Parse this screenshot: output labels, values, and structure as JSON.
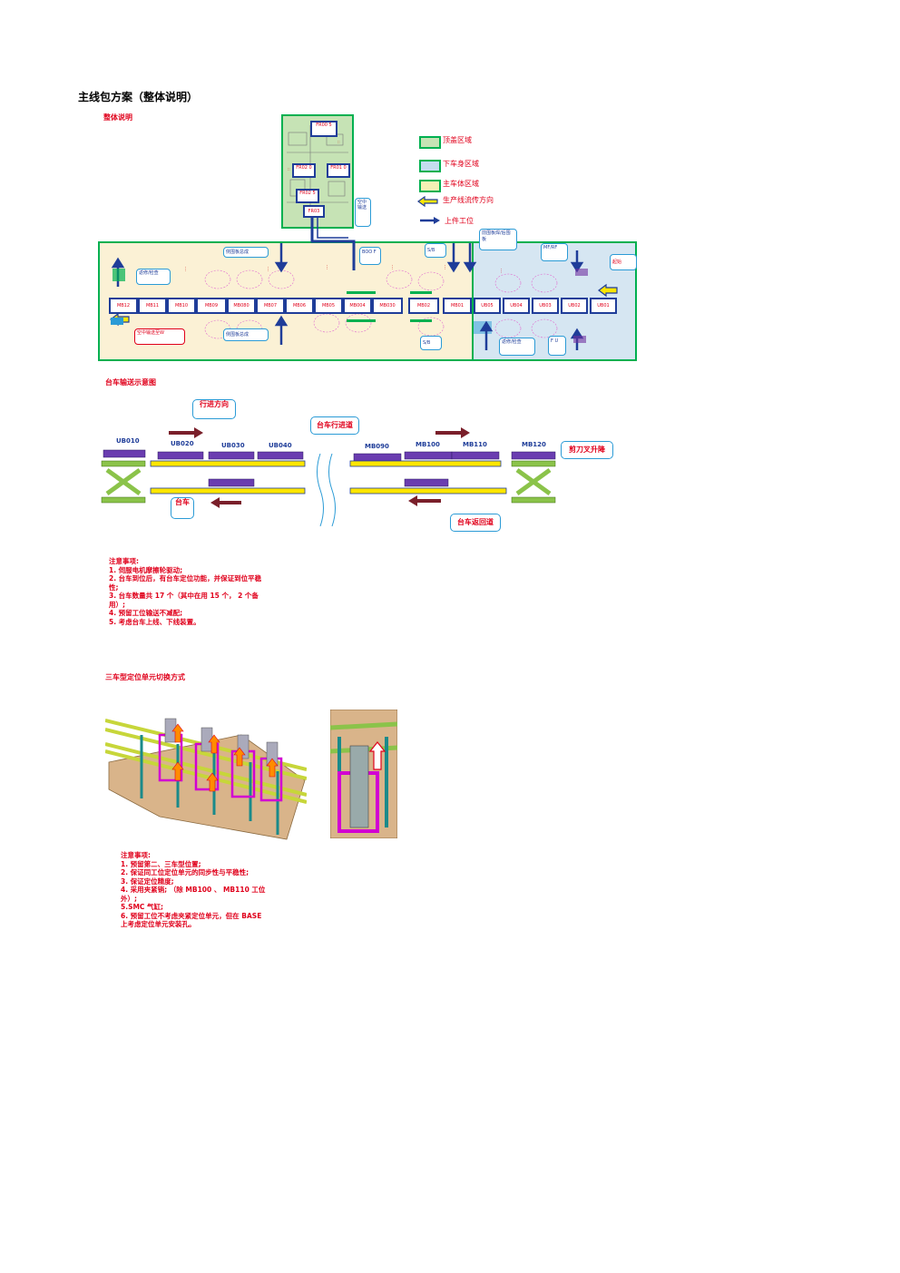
{
  "title": "主线包方案（整体说明）",
  "section1": {
    "heading": "整体说明",
    "legend": [
      {
        "label": "顶盖区域",
        "color": "#c6e3b5",
        "border": "#00b050"
      },
      {
        "label": "下车身区域",
        "color": "#c5ddef",
        "border": "#00b050"
      },
      {
        "label": "主车体区域",
        "color": "#f5f0b4",
        "border": "#00b050"
      },
      {
        "label": "生产线流传方向",
        "icon": "yellow-arrow-icon"
      },
      {
        "label": "上件工位",
        "icon": "blue-arrow-icon"
      }
    ],
    "roof_stations": [
      "FR00 5",
      "FR02 0",
      "FR01 0",
      "FR02 5",
      "FR03"
    ],
    "main_stations": [
      "MB12",
      "MB11",
      "MB10",
      "MB09",
      "MB080",
      "MB07",
      "MB06",
      "MB05",
      "MB004",
      "MB030",
      "MB02",
      "MB01",
      "UB05",
      "UB04",
      "UB03",
      "UB02",
      "UB01"
    ],
    "callouts": {
      "roof_transport": "空中输送",
      "side_panel_top": "侧围板总成",
      "side_panel_bottom": "侧围板总成",
      "inspect_left": "返修/检查",
      "air_transport_left": "空中输送至W",
      "boo": "BOO F",
      "s_b_top": "S/B",
      "s_b_bottom": "S/B",
      "front_panel": "前围板焊/后围板",
      "mf": "MF/RF",
      "start": "起始",
      "inspect_right": "返修/检查",
      "fu": "F U"
    }
  },
  "section2": {
    "heading": "台车输送示意图",
    "callouts": {
      "direction": "行进方向",
      "track": "台车行进道",
      "scissor": "剪刀叉升降",
      "cart": "台车",
      "return": "台车返回道"
    },
    "stations": [
      "UB010",
      "UB020",
      "UB030",
      "UB040",
      "MB090",
      "MB100",
      "MB110",
      "MB120"
    ]
  },
  "notes1": {
    "lines": [
      "注意事项:",
      "1. 伺服电机摩擦轮驱动;",
      "2. 台车到位后，有台车定位功能，并保证到位平稳",
      "性;",
      "3. 台车数量共 17 个（其中在用 15 个， 2 个备",
      "用）;",
      "4. 预留工位输送不减配;",
      "5. 考虑台车上线、下线装置。"
    ]
  },
  "section3": {
    "heading": "三车型定位单元切换方式"
  },
  "notes2": {
    "lines": [
      "注意事项:",
      "1. 预留第二、三车型位置;",
      "2. 保证同工位定位单元的同步性与平稳性;",
      "3. 保证定位精度;",
      "4. 采用夹紧销; （除 MB100 、 MB110 工位",
      "外）;",
      "5.SMC 气缸;",
      "6. 预留工位不考虑夹紧定位单元，但在 BASE",
      "上考虑定位单元安装孔。"
    ]
  }
}
